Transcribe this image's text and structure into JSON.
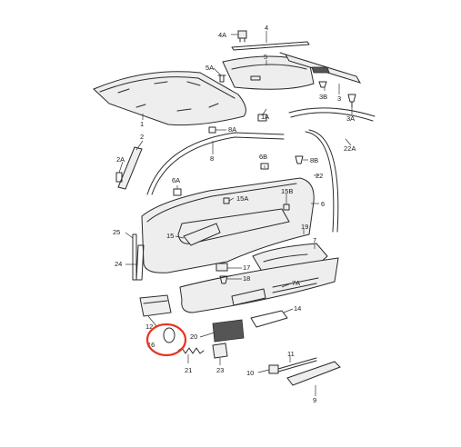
{
  "diagram": {
    "callouts": {
      "c4a": "4A",
      "c4": "4",
      "c5a": "5A",
      "c5": "5",
      "c3b": "3B",
      "c3": "3",
      "c3a": "3A",
      "c1": "1",
      "c1a": "1A",
      "c8a": "8A",
      "c2": "2",
      "c2a": "2A",
      "c8": "8",
      "c6b": "6B",
      "c8b": "8B",
      "c22": "22",
      "c22a": "22A",
      "c6a": "6A",
      "c15a": "15A",
      "c15b": "15B",
      "c6": "6",
      "c19": "19",
      "c7": "7",
      "c25": "25",
      "c15": "15",
      "c24": "24",
      "c17": "17",
      "c18": "18",
      "c7a": "7A",
      "c14": "14",
      "c12": "12",
      "c20": "20",
      "c16": "16",
      "c21": "21",
      "c23": "23",
      "c11": "11",
      "c10": "10",
      "c9": "9"
    },
    "colors": {
      "highlight": "#e8341c",
      "line": "#2a2a2a",
      "background": "#ffffff"
    }
  }
}
